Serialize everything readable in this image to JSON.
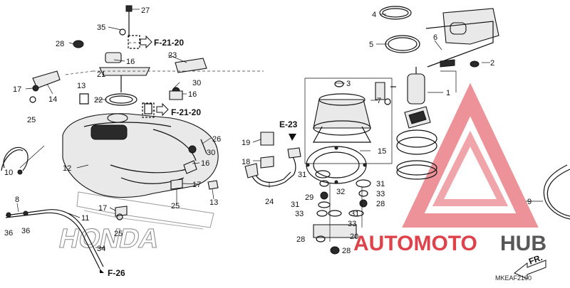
{
  "diagram": {
    "part_code": "MKEAF2100",
    "watermark": {
      "brand_part1": "AUTOMOTO",
      "brand_part2": "HUB",
      "color_red": "#d9232d",
      "color_dark": "#3a3a3a"
    },
    "tank_emblem": "HONDA",
    "refs": [
      "F-21-20",
      "F-21-20",
      "E-23",
      "F-26"
    ],
    "front_label": "FR.",
    "callouts": [
      "1",
      "2",
      "3",
      "4",
      "5",
      "6",
      "7",
      "8",
      "9",
      "10",
      "11",
      "12",
      "13",
      "13",
      "14",
      "15",
      "16",
      "16",
      "16",
      "17",
      "17",
      "17",
      "18",
      "19",
      "20",
      "21",
      "22",
      "23",
      "24",
      "25",
      "25",
      "25",
      "26",
      "27",
      "28",
      "28",
      "28",
      "28",
      "29",
      "30",
      "30",
      "31",
      "31",
      "31",
      "31",
      "32",
      "33",
      "33",
      "33",
      "34",
      "35",
      "36",
      "36"
    ]
  }
}
